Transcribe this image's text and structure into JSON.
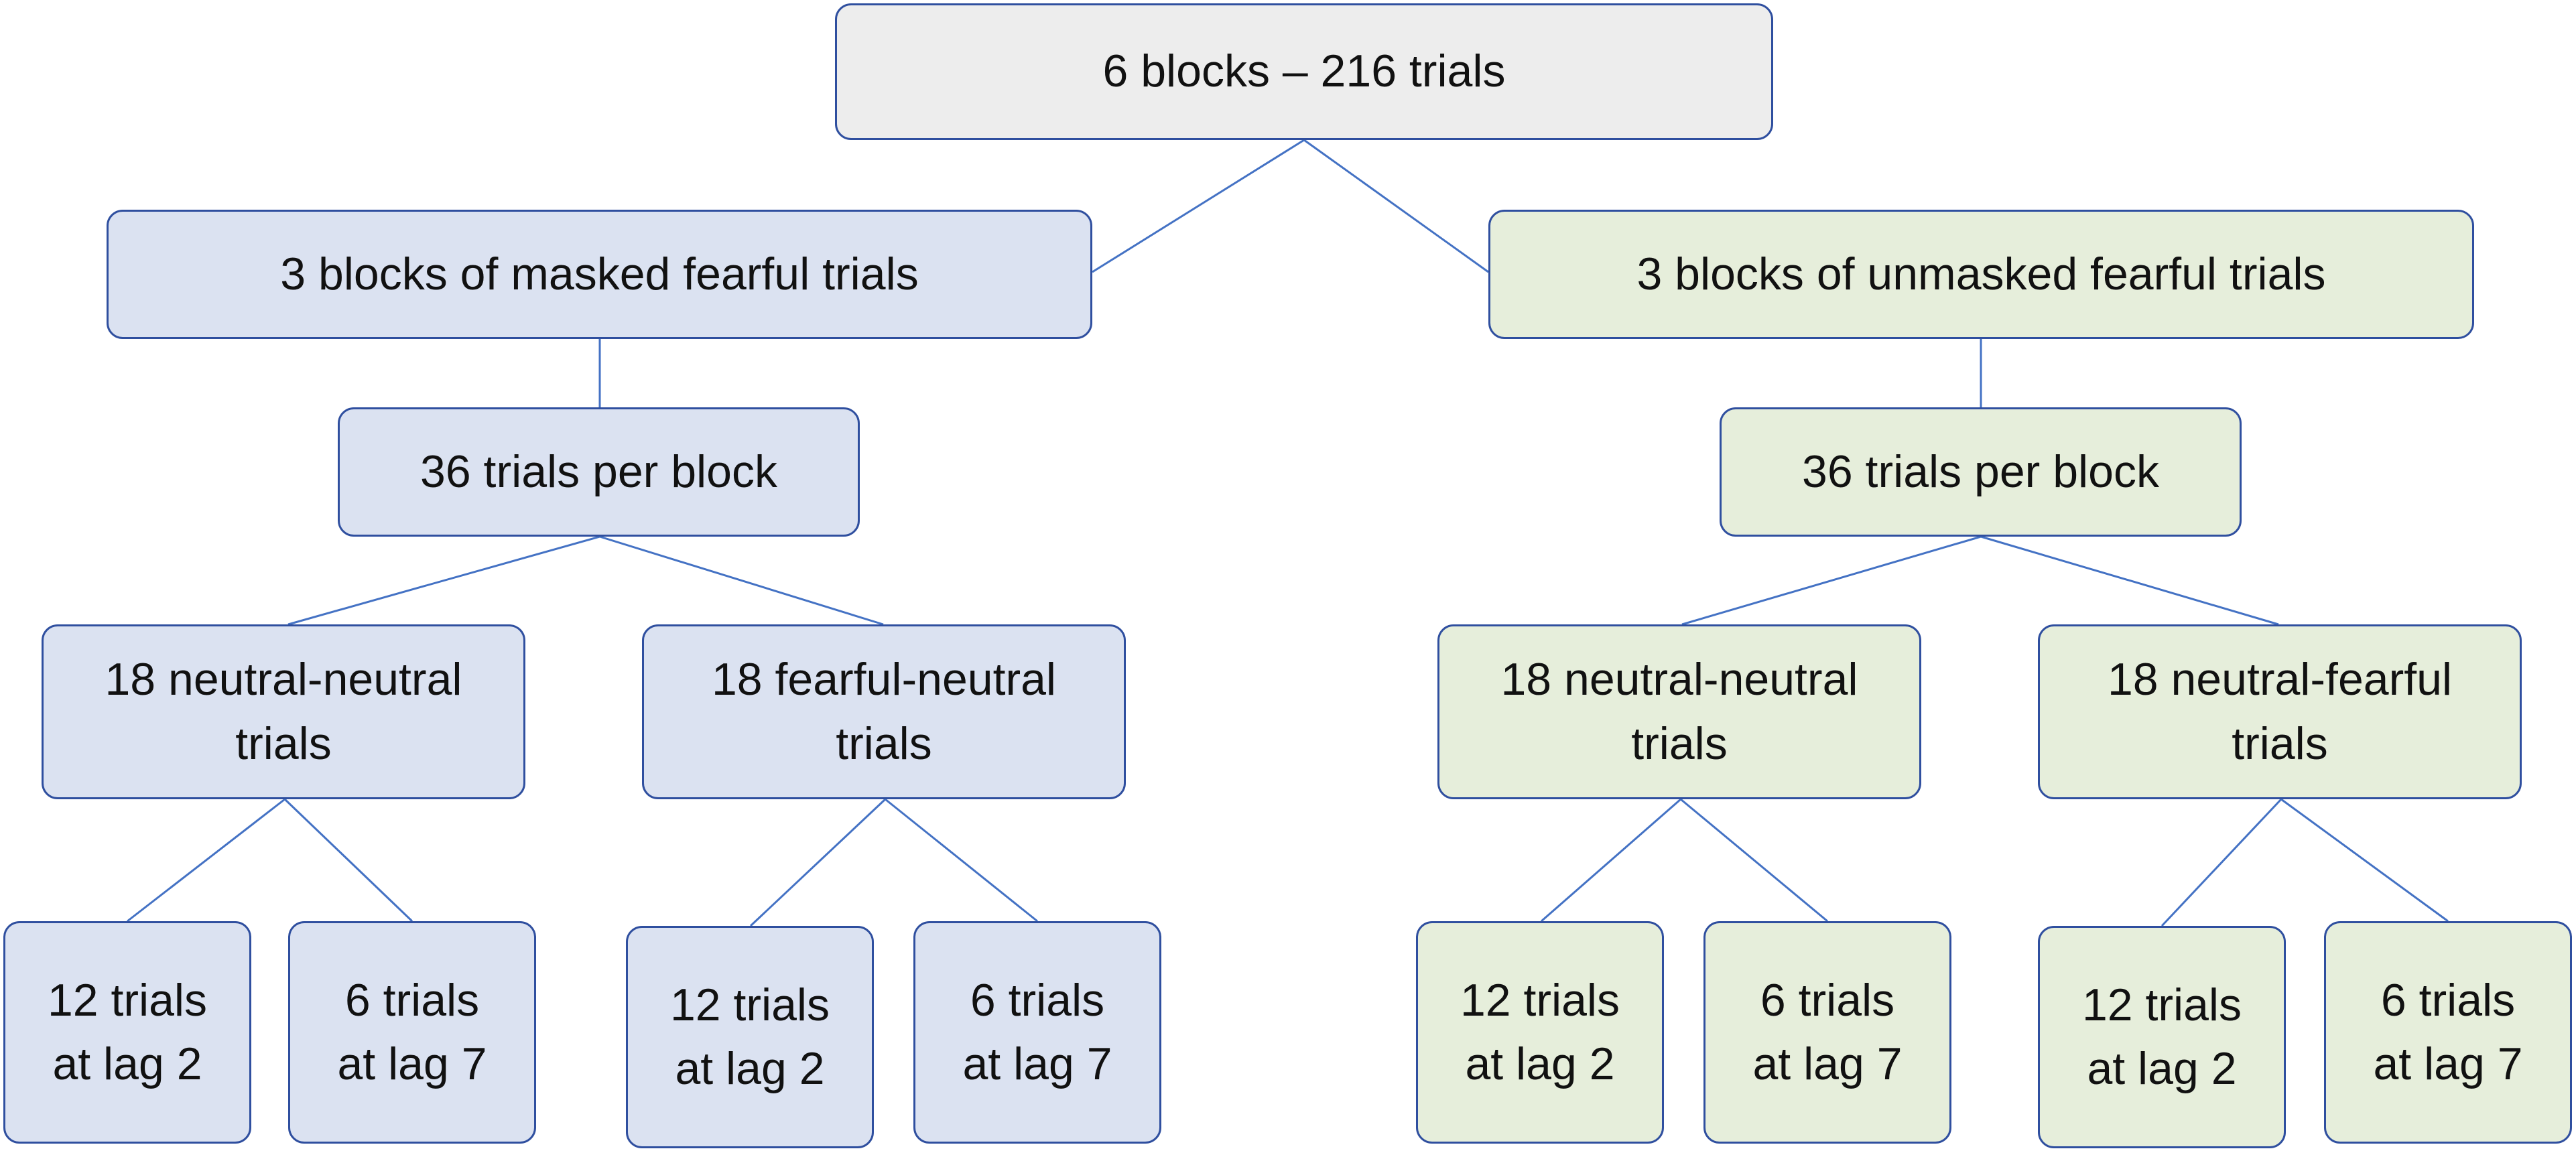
{
  "root": {
    "label": "6 blocks – 216 trials"
  },
  "masked": {
    "label": "3 blocks of masked fearful trials",
    "block": "36 trials per block",
    "condition_a": {
      "label": "18 neutral-neutral\ntrials",
      "lag2": "12 trials\nat lag 2",
      "lag7": "6 trials\nat lag 7"
    },
    "condition_b": {
      "label": "18 fearful-neutral\ntrials",
      "lag2": "12 trials\nat lag 2",
      "lag7": "6 trials\nat lag 7"
    }
  },
  "unmasked": {
    "label": "3 blocks of unmasked fearful trials",
    "block": "36 trials per block",
    "condition_a": {
      "label": "18 neutral-neutral\ntrials",
      "lag2": "12 trials\nat lag 2",
      "lag7": "6 trials\nat lag 7"
    },
    "condition_b": {
      "label": "18 neutral-fearful\ntrials",
      "lag2": "12 trials\nat lag 2",
      "lag7": "6 trials\nat lag 7"
    }
  },
  "colors": {
    "root_fill": "#ededed",
    "masked_fill": "#dbe2f1",
    "unmasked_fill": "#e6eedb",
    "border": "#2f4f9f",
    "connector": "#4472c4"
  }
}
